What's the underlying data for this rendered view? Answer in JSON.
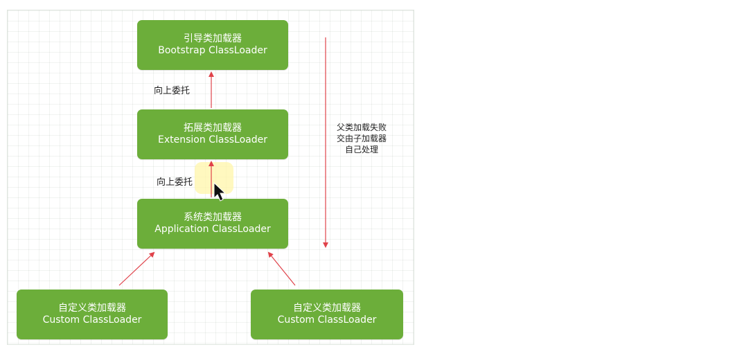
{
  "diagram": {
    "nodes": {
      "bootstrap": {
        "line1": "引导类加载器",
        "line2": "Bootstrap ClassLoader"
      },
      "extension": {
        "line1": "拓展类加载器",
        "line2": "Extension ClassLoader"
      },
      "application": {
        "line1": "系统类加载器",
        "line2": "Application ClassLoader"
      },
      "custom_left": {
        "line1": "自定义类加载器",
        "line2": "Custom ClassLoader"
      },
      "custom_right": {
        "line1": "自定义类加载器",
        "line2": "Custom ClassLoader"
      }
    },
    "edge_labels": {
      "delegate_upper": "向上委托",
      "delegate_lower": "向上委托"
    },
    "side_note": {
      "line1": "父类加载失败",
      "line2": "交由子加载器",
      "line3": "自己处理"
    },
    "colors": {
      "node_fill": "#6cae3a",
      "node_text": "#ffffff",
      "arrow": "#e0424a"
    }
  }
}
